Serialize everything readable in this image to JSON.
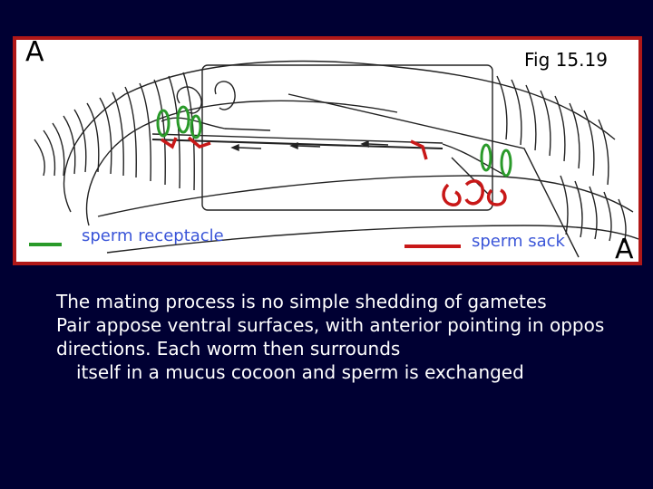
{
  "figure": {
    "label": "Fig 15.19",
    "corner_left": "A",
    "corner_right": "A",
    "legend": {
      "sperm_receptacle": {
        "label": "sperm receptacle",
        "color": "#2a9a2a"
      },
      "sperm_sack": {
        "label": "sperm sack",
        "color": "#c81818"
      }
    },
    "colors": {
      "frame": "#b01818",
      "outline": "#222222",
      "label_text": "#3a55d8"
    }
  },
  "caption": {
    "line1": "The mating process is no simple shedding of gametes",
    "line2": "Pair appose ventral surfaces, with anterior pointing in oppos",
    "line3": "directions. Each worm then surrounds",
    "line4": "itself in a mucus cocoon and sperm is exchanged"
  },
  "background_color": "#000033"
}
